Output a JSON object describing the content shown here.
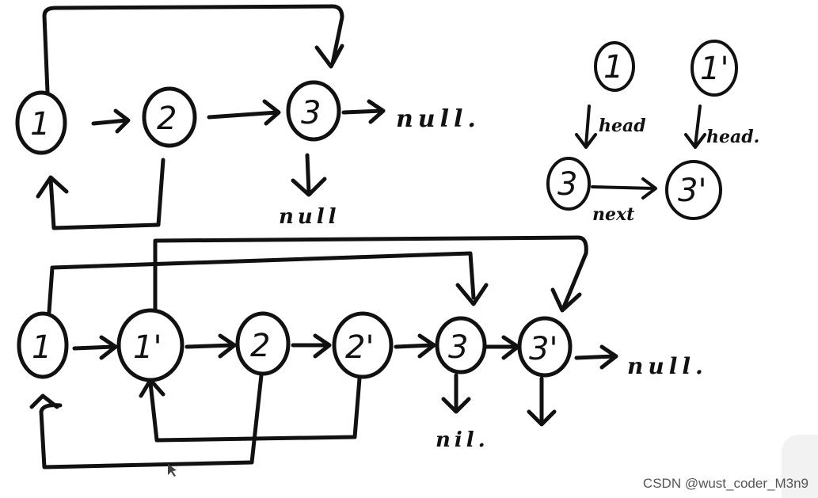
{
  "watermark": "CSDN @wust_coder_M3n9",
  "top_list": {
    "nodes": [
      "1",
      "2",
      "3"
    ],
    "terminal": "null.",
    "random_terminal": "null"
  },
  "legend": {
    "original_nodes": [
      "1",
      "1'"
    ],
    "copied_nodes": [
      "3",
      "3'"
    ],
    "labels": [
      "head",
      "head.",
      "next"
    ]
  },
  "bottom_list": {
    "nodes": [
      "1",
      "1'",
      "2",
      "2'",
      "3",
      "3'"
    ],
    "terminal": "null.",
    "random_terminal": "nil."
  }
}
